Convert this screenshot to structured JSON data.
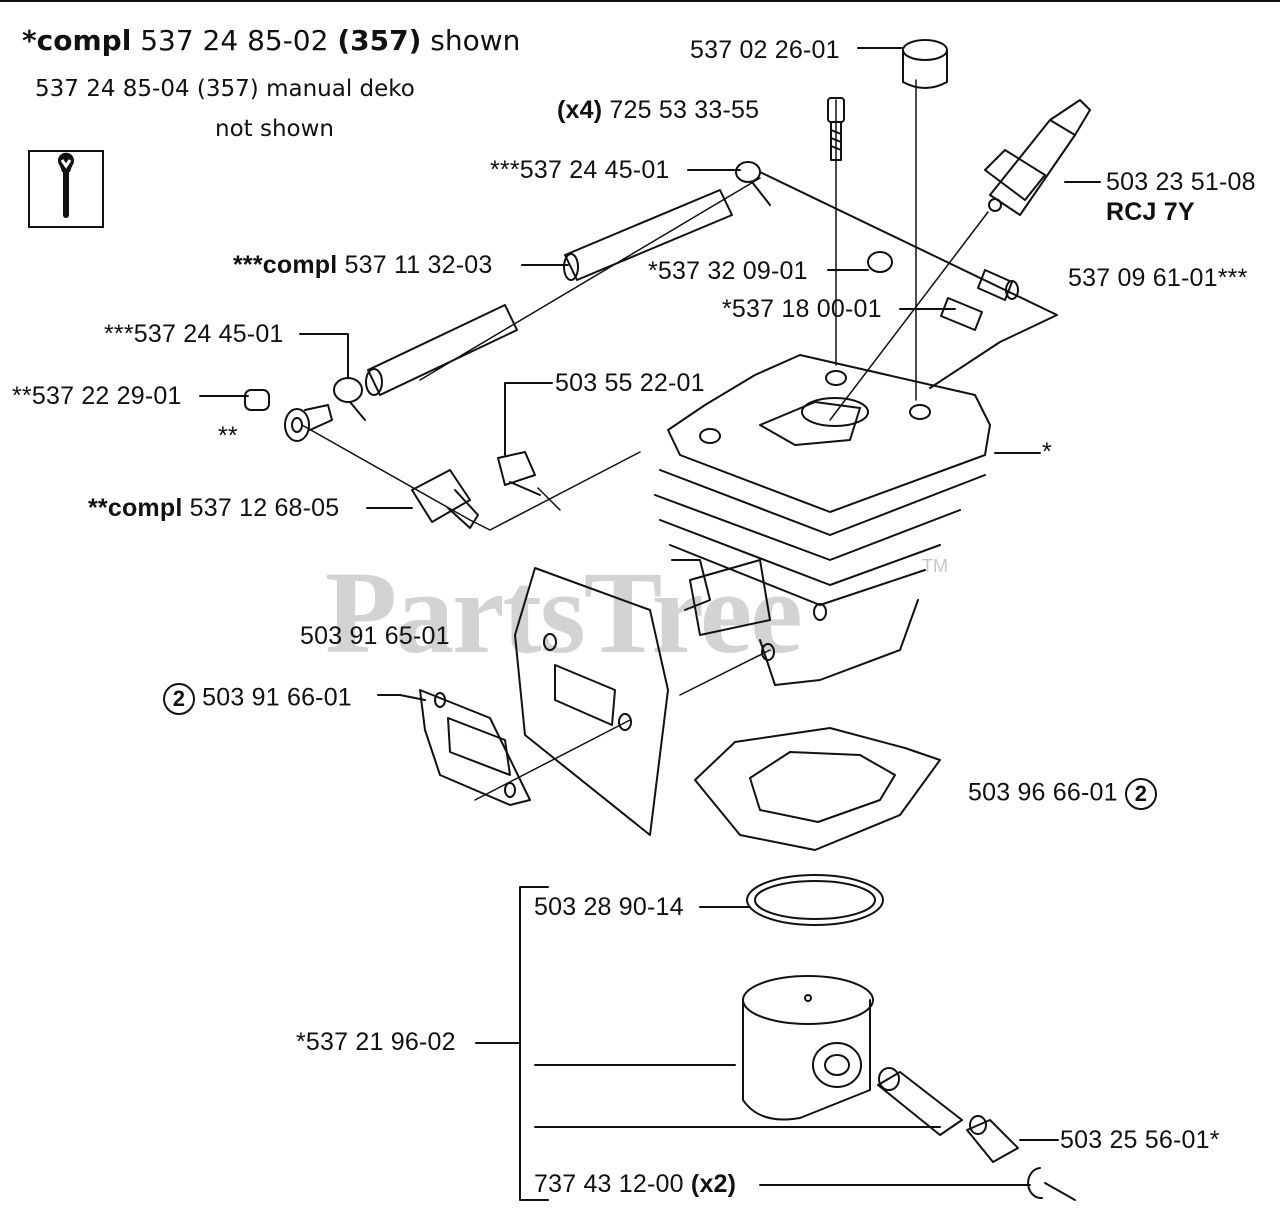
{
  "header": {
    "line1_prefix": "*compl",
    "line1_part": "537 24 85-02",
    "line1_model": "(357)",
    "line1_suffix": "shown",
    "line2": "537 24 85-04 (357)  manual deko",
    "line3": "not shown"
  },
  "watermark": {
    "text": "PartsTree",
    "tm": "TM"
  },
  "labels": {
    "p537022601": "537 02 26-01",
    "p72553_qty": "(x4)",
    "p72553": "725 53 33-55",
    "p5372445_top": "***537 24 45-01",
    "p503235108": "503 23 51-08",
    "rcj": "RCJ 7Y",
    "compl_prefix": "***compl",
    "p537113203": "537 11 32-03",
    "p537320901": "*537 32 09-01",
    "p537096101": "537 09 61-01***",
    "p537180001": "*537 18 00-01",
    "p5372445_left": "***537 24 45-01",
    "p503552201": "503 55 22-01",
    "p537222901": "**537 22 29-01",
    "star2": "**",
    "cyl_star": "*",
    "compl2_prefix": "**compl",
    "p537126805": "537 12 68-05",
    "p503916501": "503 91 65-01",
    "circle2a": "2",
    "p503916601": "503 91 66-01",
    "p503966601": "503 96 66-01",
    "circle2b": "2",
    "p503289014": "503 28 90-14",
    "p537219602": "*537 21 96-02",
    "p503255601": "503 25 56-01*",
    "p737431200": "737 43 12-00",
    "p737_qty": "(x2)"
  },
  "colors": {
    "ink": "#111111",
    "watermark": "#8c8c8c",
    "background": "#ffffff"
  },
  "icons": [
    "wrench-icon"
  ]
}
